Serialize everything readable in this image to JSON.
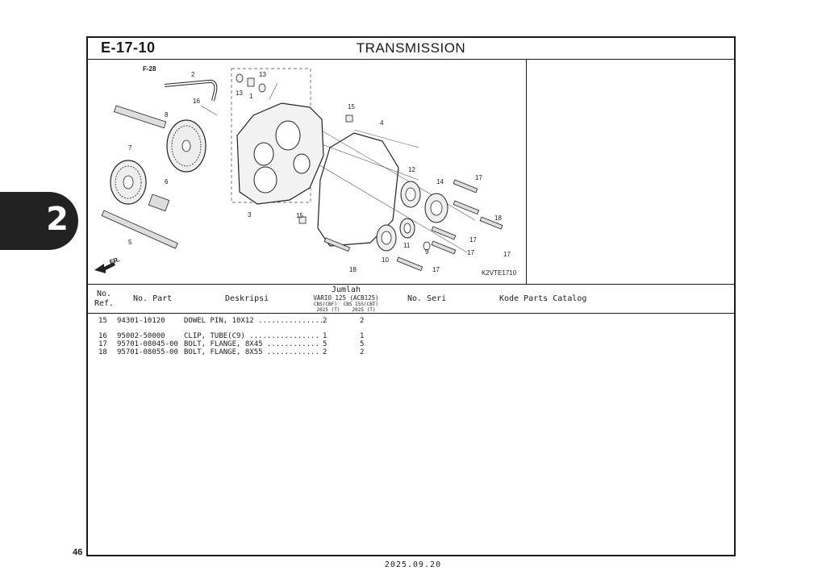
{
  "header": {
    "section_code": "E-17-10",
    "title": "TRANSMISSION"
  },
  "figure": {
    "ref_label": "F-28",
    "direction_label": "FR.",
    "drawing_code": "K2VTE1710",
    "callouts": [
      "1",
      "2",
      "3",
      "4",
      "5",
      "6",
      "7",
      "8",
      "9",
      "10",
      "11",
      "12",
      "13",
      "13",
      "14",
      "15",
      "15",
      "16",
      "17",
      "17",
      "17",
      "17",
      "17",
      "18",
      "18"
    ]
  },
  "table": {
    "headers": {
      "ref_line1": "No.",
      "ref_line2": "Ref.",
      "part": "No. Part",
      "desc": "Deskripsi",
      "jumlah": "Jumlah",
      "model": "VARIO 125 (ACB125)",
      "variant_a": "CBS(CBF)",
      "variant_b": "CBS ISS(CBT)",
      "year_a": "2025 (T)",
      "year_b": "2025 (T)",
      "seri": "No. Seri",
      "catalog": "Kode Parts Catalog"
    },
    "rows": [
      {
        "ref": "15",
        "part": "94301-10120",
        "desc": "DOWEL PIN, 10X12 ...............",
        "q1": "2",
        "q2": "2"
      },
      {
        "ref": "16",
        "part": "95002-50000",
        "desc": "CLIP, TUBE(C9) ................",
        "q1": "1",
        "q2": "1"
      },
      {
        "ref": "17",
        "part": "95701-08045-00",
        "desc": "BOLT, FLANGE, 8X45 ............",
        "q1": "5",
        "q2": "5"
      },
      {
        "ref": "18",
        "part": "95701-08055-00",
        "desc": "BOLT, FLANGE, 8X55 ............",
        "q1": "2",
        "q2": "2"
      }
    ]
  },
  "side_tab": "2",
  "page_number": "46",
  "date": "2025.09.20"
}
